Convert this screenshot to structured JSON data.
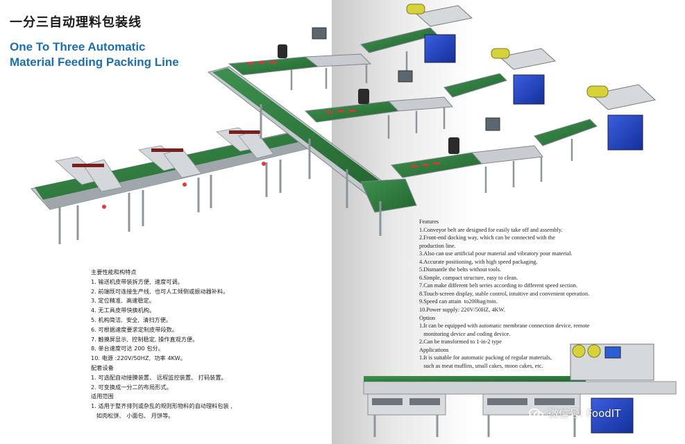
{
  "title_cn": "一分三自动理料包装线",
  "title_en_line1": "One To Three Automatic",
  "title_en_line2": "Material Feeding Packing Line",
  "cn_lines": [
    "主要性能和构特点",
    "1. 输送机皮带装拆方便,  速度可调。",
    "2. 前端既可连接生产线,  也可人工倾倒或振动器补料。",
    "3. 定位精准,  高速稳定。",
    "4. 无工具皮带快换机构。",
    "5. 机构简洁,  安全,  清扫方便。",
    "6. 可根据速度要求定制皮带段数。",
    "7. 触摸屏显示,  控制稳定, 操作直观方便。",
    "8. 单台速度可达 200 包分。",
    "10. 电源 :220V/50HZ,  功率 4KW。",
    "配套设备",
    "1. 可选配自动接膜装置、 远程监控装置、 打码装置。",
    "2. 可变换成一分二的布局形式。",
    "适用范围",
    "1. 适用于整齐排列或杂乱的规则形物料的自动理料包装 ,",
    "   如肉松饼、 小面包、 月饼等。"
  ],
  "en_lines": [
    "Features",
    "1.Conveyor belt are designed for easily take off and assembly.",
    "2.Front-end docking way, which can be connected with the",
    "production line.",
    "3.Also can use artificial pour material and vibratory pour material.",
    "4.Accurate positioning, with high speed packaging.",
    "5.Dismantle the belts without tools.",
    "6.Simple, compact structure, easy to clean.",
    "7.Can make different belt series according to different speed section.",
    "8.Touch-screen display, stable control, intuitive and convenient operation.",
    "9.Speed can attain  to200bag/min.",
    "10.Power supply: 220V/50HZ, 4KW.",
    "Option",
    "1.It can be equipped with automatic membrane connection device, remote",
    "   monitoring device and coding device.",
    "2.Can be transformed to 1-in-2 type",
    "Applications",
    "1.It is suitable for automatic packing of regular materials,",
    "   such as meat muffins, small cakes, moon cakes, etc."
  ],
  "watermark": "微信号: FoodIT",
  "colors": {
    "belt_green": "#2e7d3c",
    "frame_steel": "#b9bec3",
    "machine_blue": "#1f3fb8",
    "roll_yellow": "#d8d23a",
    "title_blue": "#1a6fb0"
  }
}
